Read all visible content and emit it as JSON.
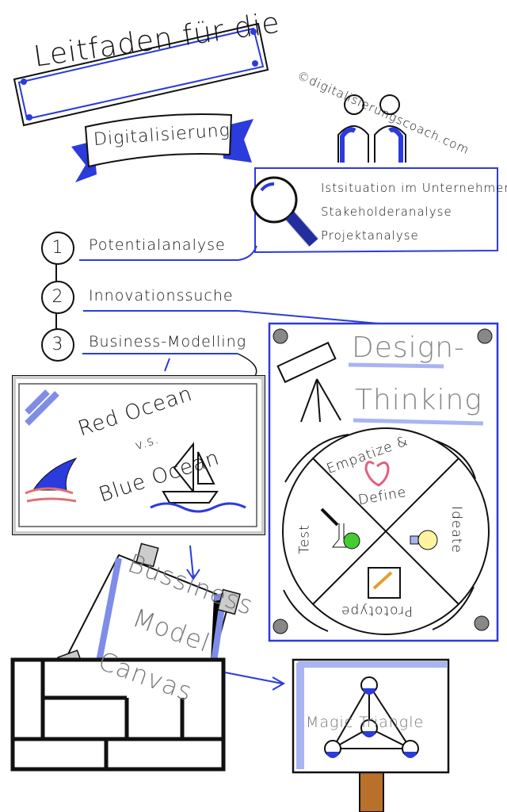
{
  "header": {
    "title_line1": "Leitfaden für die",
    "title_banner": "Digitalisierung",
    "copyright": "©digitalisierungscoach.com"
  },
  "analysis_box": {
    "items": [
      "Istsituation im Unternehmen",
      "Stakeholderanalyse",
      "Projektanalyse"
    ]
  },
  "steps": [
    {
      "number": "1",
      "label": "Potentialanalyse"
    },
    {
      "number": "2",
      "label": "Innovationssuche"
    },
    {
      "number": "3",
      "label": "Business-Modelling"
    }
  ],
  "ocean_panel": {
    "line1": "Red Ocean",
    "line2": "v.s.",
    "line3": "Blue Ocean"
  },
  "design_thinking": {
    "title_line1": "Design-",
    "title_line2": "Thinking",
    "phases": [
      "Empatize &",
      "Define",
      "Ideate",
      "Prototype",
      "Test"
    ]
  },
  "canvas": {
    "line1": "Bussiness",
    "line2": "Model",
    "line3": "Canvas"
  },
  "magic_triangle": {
    "label": "Magic Triangle"
  },
  "colors": {
    "accent": "#2b3bdc",
    "light_accent": "#a9b4f2",
    "ink": "#111111",
    "pink": "#e06080",
    "green": "#44cc33"
  }
}
